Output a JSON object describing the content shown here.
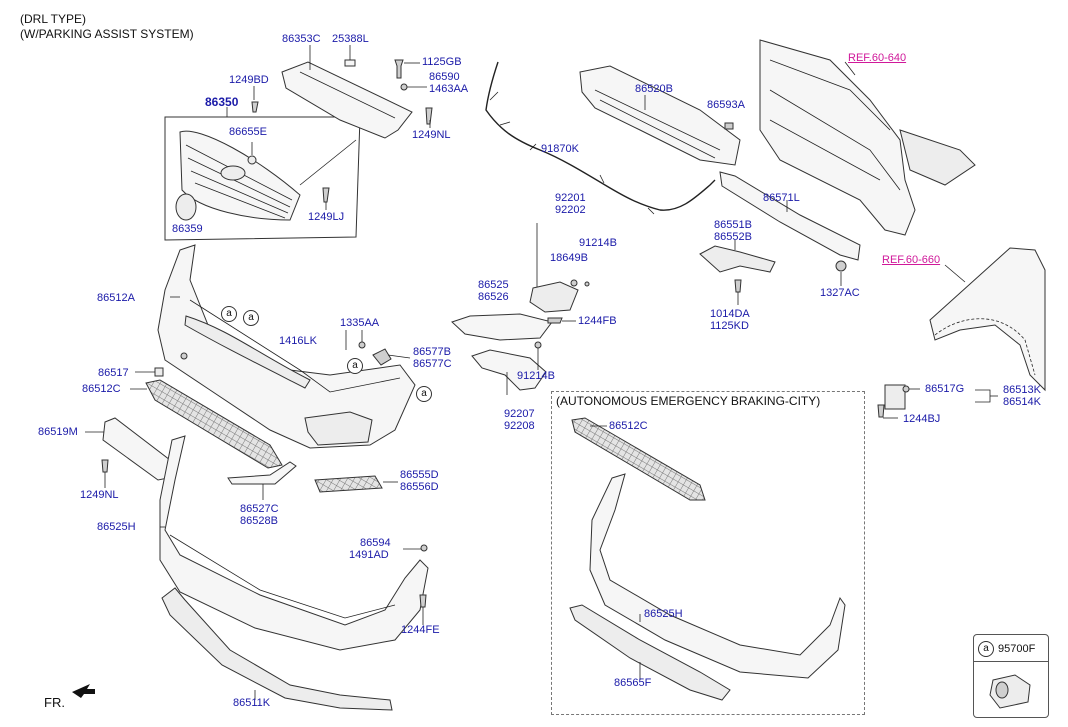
{
  "header": {
    "line1": "(DRL TYPE)",
    "line2": "(W/PARKING ASSIST SYSTEM)"
  },
  "aeb_title": "(AUTONOMOUS EMERGENCY BRAKING-CITY)",
  "fr_label": "FR.",
  "legend": {
    "circle": "a",
    "part": "95700F"
  },
  "circle_label": "a",
  "refs": {
    "ref1": "REF.60-640",
    "ref2": "REF.60-660"
  },
  "labels": {
    "p86353C": "86353C",
    "p25388L": "25388L",
    "p1125GB": "1125GB",
    "p86590": "86590",
    "p1463AA": "1463AA",
    "p1249BD": "1249BD",
    "p86350": "86350",
    "p86655E": "86655E",
    "p1249NL_a": "1249NL",
    "p86359": "86359",
    "p1249LJ": "1249LJ",
    "p86520B": "86520B",
    "p86593A": "86593A",
    "p91870K": "91870K",
    "p86571L": "86571L",
    "p92201": "92201",
    "p92202": "92202",
    "p91214B_a": "91214B",
    "p18649B": "18649B",
    "p86551B": "86551B",
    "p86552B": "86552B",
    "p86525": "86525",
    "p86526": "86526",
    "p1244FB": "1244FB",
    "p1014DA": "1014DA",
    "p1125KD": "1125KD",
    "p1327AC": "1327AC",
    "p91214B_b": "91214B",
    "p92207": "92207",
    "p92208": "92208",
    "p86512A": "86512A",
    "p1335AA": "1335AA",
    "p1416LK": "1416LK",
    "p86577B": "86577B",
    "p86577C": "86577C",
    "p86517": "86517",
    "p86512C_a": "86512C",
    "p86519M": "86519M",
    "p1249NL_b": "1249NL",
    "p86555D": "86555D",
    "p86556D": "86556D",
    "p86527C": "86527C",
    "p86528B": "86528B",
    "p86525H_a": "86525H",
    "p86594": "86594",
    "p1491AD": "1491AD",
    "p1244FE": "1244FE",
    "p86511K": "86511K",
    "p86517G": "86517G",
    "p86513K": "86513K",
    "p86514K": "86514K",
    "p1244BJ": "1244BJ",
    "p86512C_b": "86512C",
    "p86525H_b": "86525H",
    "p86565F": "86565F"
  }
}
